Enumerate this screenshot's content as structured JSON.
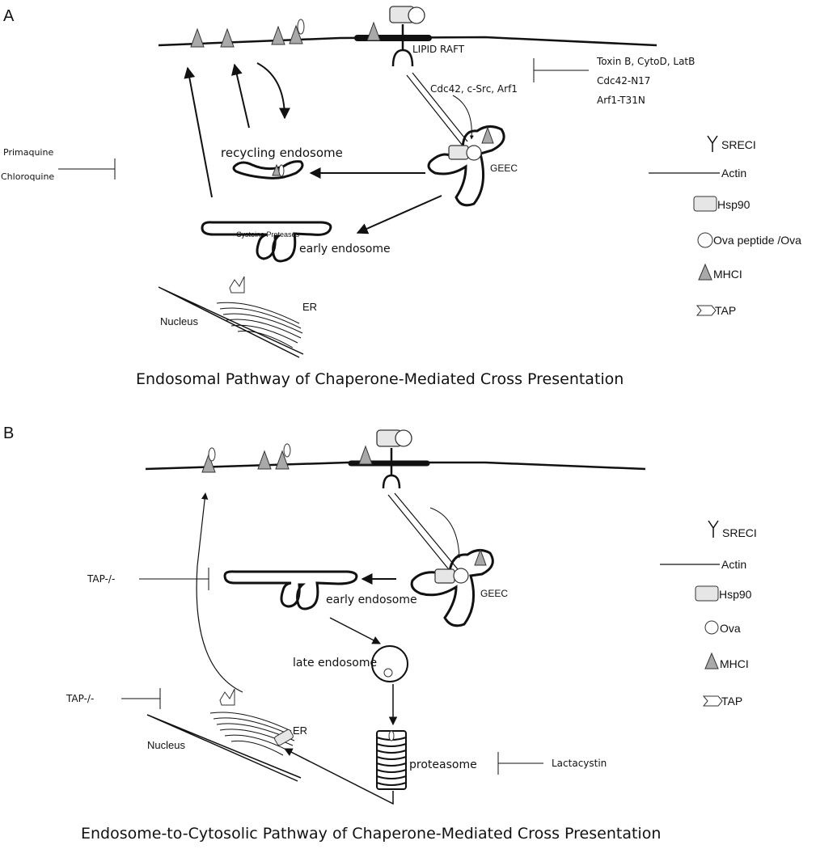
{
  "panel_a": {
    "label": "A",
    "lipid_raft": "LIPID RAFT",
    "inhibitor_1": "Toxin B, CytoD, LatB",
    "inhibitor_2": "Cdc42-N17",
    "inhibitor_3": "Arf1-T31N",
    "mediators": "Cdc42, c-Src, Arf1",
    "primaquine": "Primaquine",
    "chloroquine": "Chloroquine",
    "recycling_endosome": "recycling endosome",
    "geec": "GEEC",
    "cysteine_proteases": "Cysteine Proteases",
    "early_endosome": "early endosome",
    "er": "ER",
    "nucleus": "Nucleus",
    "title": "Endosomal Pathway of Chaperone-Mediated Cross Presentation",
    "legend": {
      "sreci": "SRECI",
      "actin": "Actin",
      "hsp90": "Hsp90",
      "ova": "Ova peptide /Ova",
      "mhci": "MHCI",
      "tap": "TAP"
    }
  },
  "panel_b": {
    "label": "B",
    "tap_inhibitor_1": "TAP-/-",
    "tap_inhibitor_2": "TAP-/-",
    "early_endosome": "early endosome",
    "geec": "GEEC",
    "late_endosome": "late endosome",
    "er": "ER",
    "nucleus": "Nucleus",
    "proteasome": "proteasome",
    "lactacystin": "Lactacystin",
    "title": "Endosome-to-Cytosolic Pathway of Chaperone-Mediated Cross Presentation",
    "legend": {
      "sreci": "SRECI",
      "actin": "Actin",
      "hsp90": "Hsp90",
      "ova": "Ova",
      "mhci": "MHCI",
      "tap": "TAP"
    }
  },
  "colors": {
    "line": "#111111",
    "hsp90_fill": "#e6e6e6",
    "mhci_fill": "#a9a9a9",
    "background": "#ffffff"
  }
}
